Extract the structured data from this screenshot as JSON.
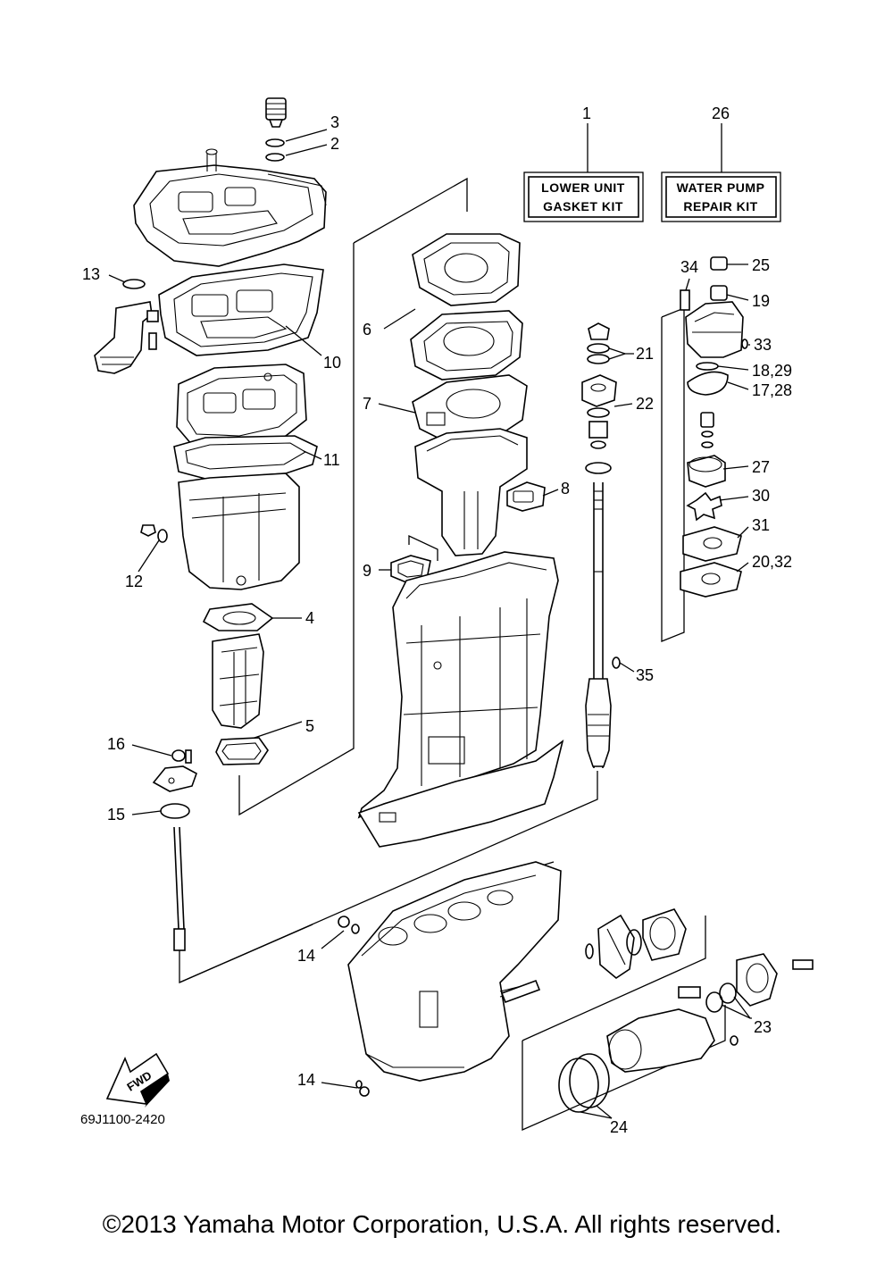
{
  "kits": {
    "lower_unit": {
      "number": "1",
      "line1": "LOWER UNIT",
      "line2": "GASKET KIT"
    },
    "water_pump": {
      "number": "26",
      "line1": "WATER PUMP",
      "line2": "REPAIR KIT"
    }
  },
  "callouts": [
    "3",
    "2",
    "13",
    "10",
    "6",
    "7",
    "11",
    "8",
    "9",
    "12",
    "4",
    "5",
    "16",
    "15",
    "14",
    "14",
    "34",
    "25",
    "19",
    "33",
    "18,29",
    "17,28",
    "21",
    "22",
    "27",
    "30",
    "31",
    "20,32",
    "35",
    "23",
    "24"
  ],
  "arrow_label": "FWD",
  "diagram_number": "69J1100-2420",
  "copyright": "©2013 Yamaha Motor Corporation, U.S.A. All rights reserved."
}
